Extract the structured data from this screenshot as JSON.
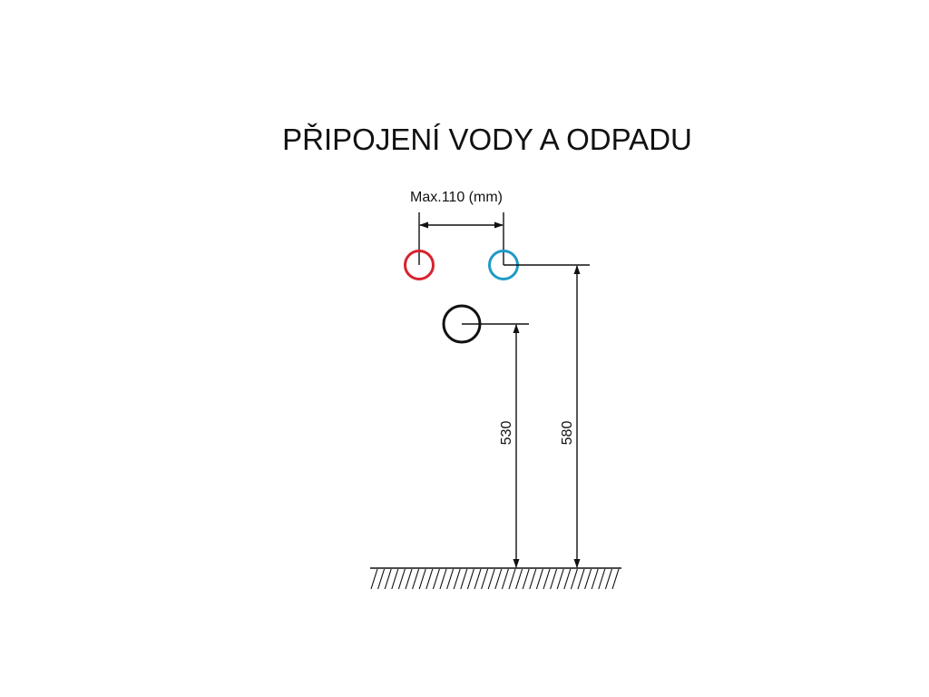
{
  "diagram": {
    "title": "PŘIPOJENÍ VODY A ODPADU",
    "spacing_label": "Max.110 (mm)",
    "waste_height_label": "530",
    "water_height_label": "580",
    "colors": {
      "hot_water": "#d7232e",
      "cold_water": "#1f9bc7",
      "waste": "#111111",
      "lines": "#111111"
    }
  }
}
